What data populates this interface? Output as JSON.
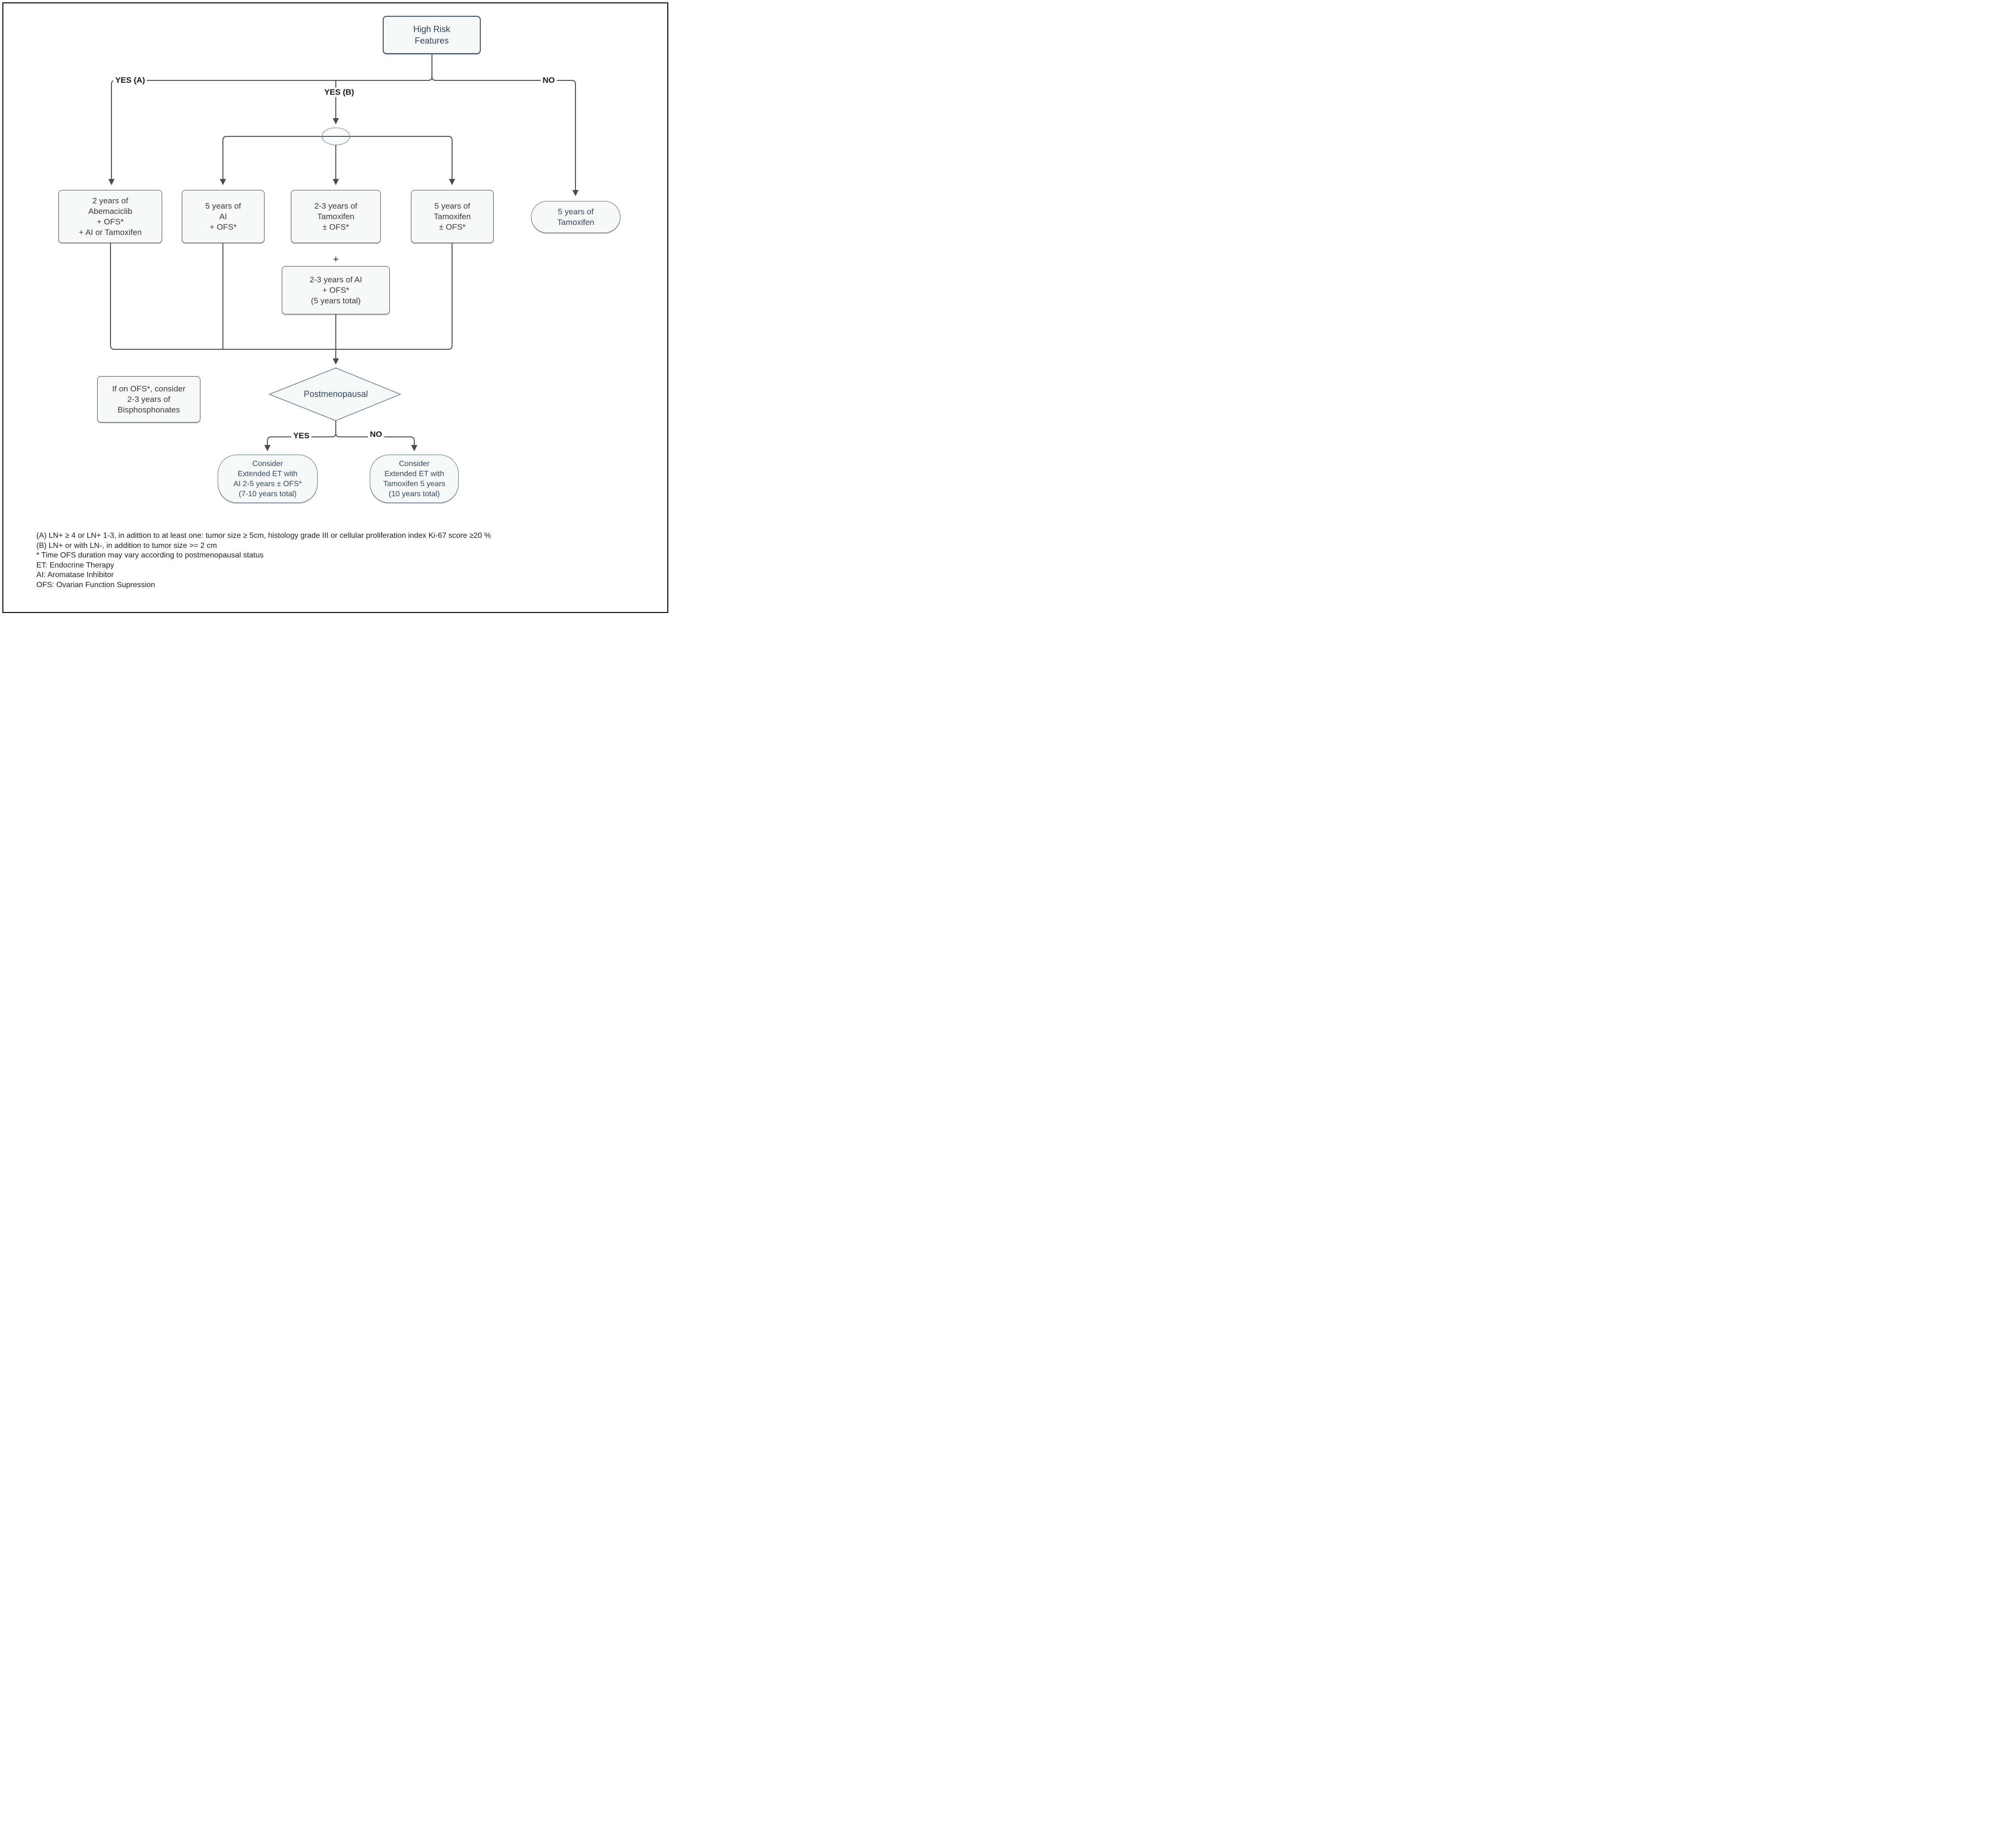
{
  "title": "High risk endocrine therapy decision flowchart",
  "colors": {
    "node_fill": "#f7f8f8",
    "slate_text": "#33485c",
    "dark_text": "#3a3a3a",
    "line": "#4f4f4f",
    "border_dark": "#4b4b4b",
    "border_slate": "#5d7284",
    "frame": "#000000"
  },
  "nodes": {
    "high_risk": {
      "lines": [
        "High Risk",
        "Features"
      ]
    },
    "abemaciclib": {
      "lines": [
        "2 years of",
        "Abemaciclib",
        "+  OFS*",
        "+ AI or Tamoxifen"
      ]
    },
    "ai5": {
      "lines": [
        "5 years of",
        "AI",
        "+ OFS*"
      ]
    },
    "tam23": {
      "lines": [
        "2-3 years of",
        "Tamoxifen",
        "± OFS*"
      ]
    },
    "tam5": {
      "lines": [
        "5 years of",
        "Tamoxifen",
        "± OFS*"
      ]
    },
    "tam5_no": {
      "lines": [
        "5 years of",
        "Tamoxifen"
      ]
    },
    "plus": {
      "label": "+"
    },
    "ai23": {
      "lines": [
        "2-3 years of AI",
        "+ OFS*",
        "(5 years total)"
      ]
    },
    "bisphosphonates": {
      "lines": [
        "If on OFS*, consider",
        "2-3 years of",
        "Bisphosphonates"
      ]
    },
    "postmenopausal": {
      "label": "Postmenopausal"
    },
    "extended_ai": {
      "lines": [
        "Consider",
        "Extended ET with",
        "AI 2-5 years ± OFS*",
        "(7-10 years total)"
      ]
    },
    "extended_tam": {
      "lines": [
        "Consider",
        "Extended ET with",
        "Tamoxifen 5 years",
        "(10 years total)"
      ]
    }
  },
  "edges": {
    "yes_a": "YES (A)",
    "yes_b": "YES (B)",
    "no_top": "NO",
    "yes_bottom": "YES",
    "no_bottom": "NO"
  },
  "footnotes": [
    "(A) LN+ ≥ 4 or LN+ 1-3, in adittion to at least one: tumor size ≥ 5cm, histology grade III or cellular proliferation index Ki-67 score ≥20 %",
    "(B) LN+ or with LN-, in addition to tumor size >= 2 cm",
    "* Time OFS duration may vary according to postmenopausal status",
    "ET: Endocrine Therapy",
    "AI: Aromatase Inhibitor",
    "OFS: Ovarian Function Supression"
  ]
}
